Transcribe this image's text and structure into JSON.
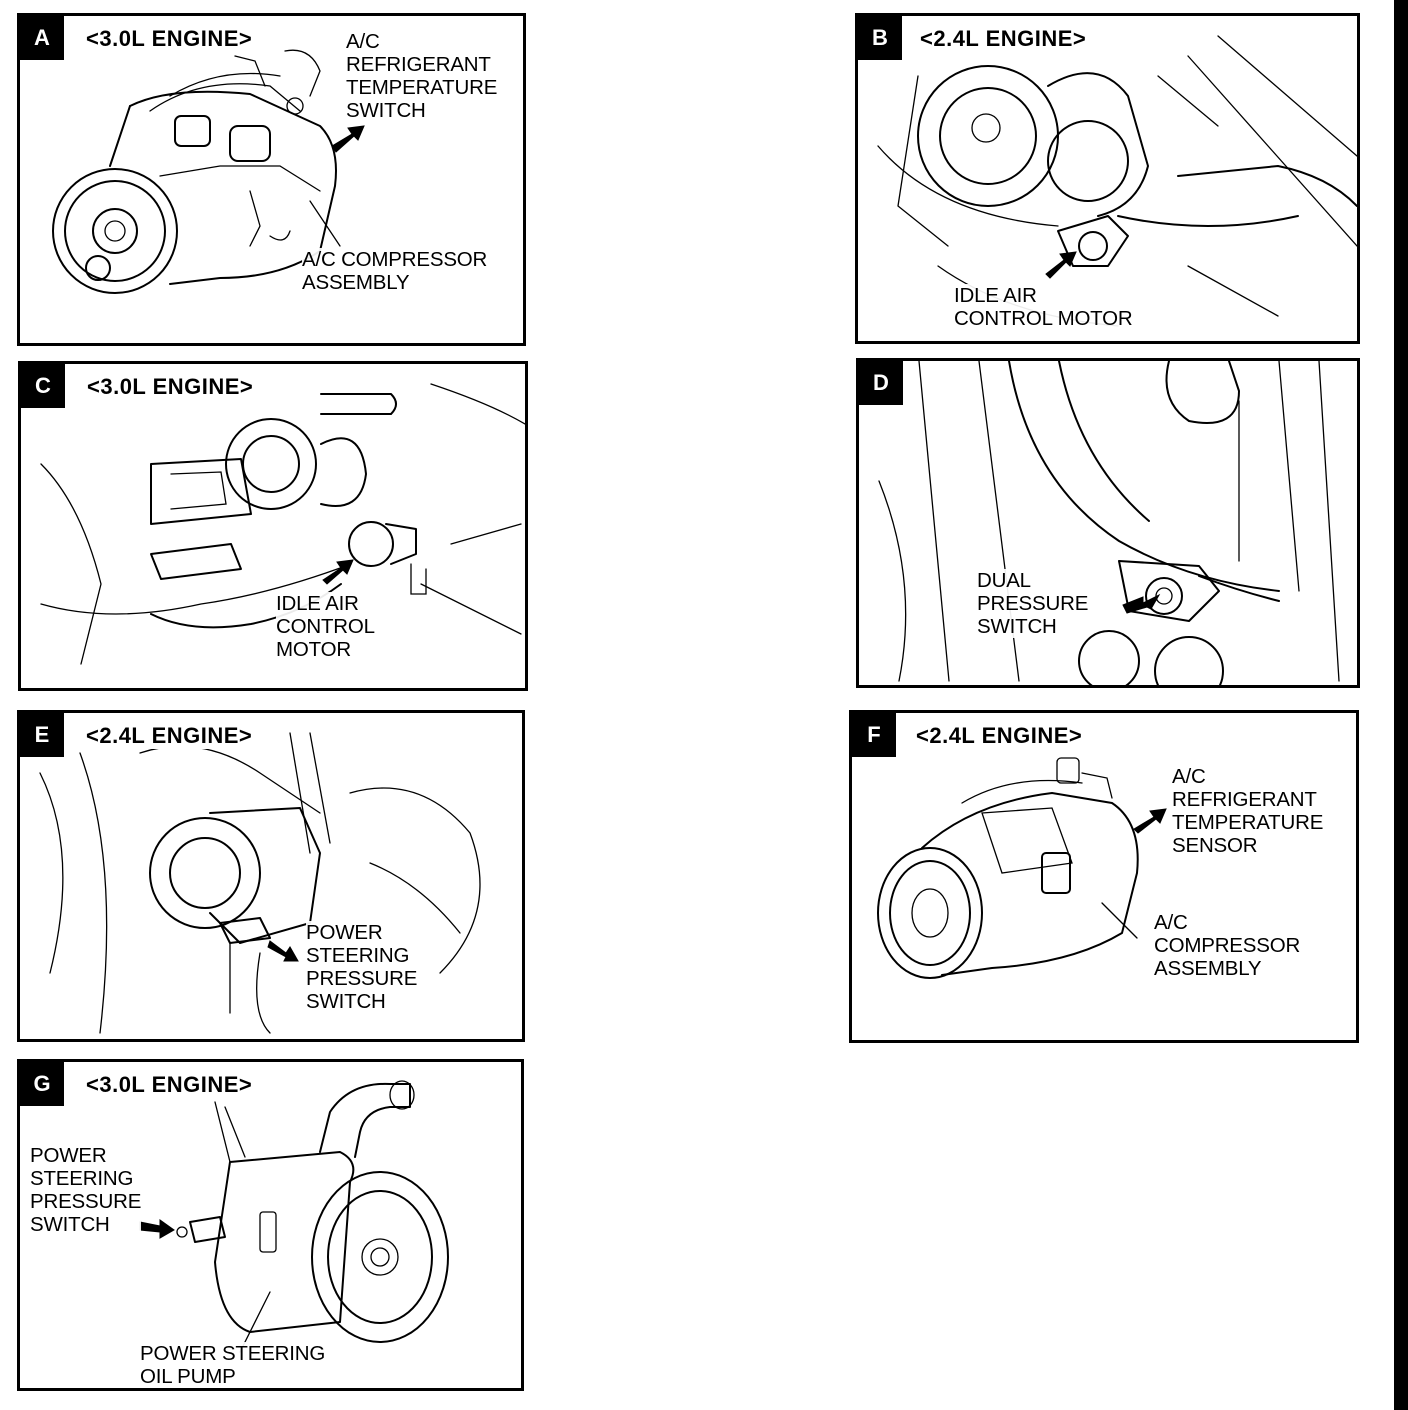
{
  "panels": {
    "a": {
      "letter": "A",
      "engine": "<3.0L ENGINE>",
      "callouts": [
        "A/C\nREFRIGERANT\nTEMPERATURE\nSWITCH",
        "A/C COMPRESSOR\nASSEMBLY"
      ]
    },
    "b": {
      "letter": "B",
      "engine": "<2.4L ENGINE>",
      "callouts": [
        "IDLE AIR\nCONTROL MOTOR"
      ]
    },
    "c": {
      "letter": "C",
      "engine": "<3.0L ENGINE>",
      "callouts": [
        "IDLE AIR\nCONTROL\nMOTOR"
      ]
    },
    "d": {
      "letter": "D",
      "engine": "",
      "callouts": [
        "DUAL\nPRESSURE\nSWITCH"
      ]
    },
    "e": {
      "letter": "E",
      "engine": "<2.4L ENGINE>",
      "callouts": [
        "POWER\nSTEERING\nPRESSURE\nSWITCH"
      ]
    },
    "f": {
      "letter": "F",
      "engine": "<2.4L ENGINE>",
      "callouts": [
        "A/C\nREFRIGERANT\nTEMPERATURE\nSENSOR",
        "A/C\nCOMPRESSOR\nASSEMBLY"
      ]
    },
    "g": {
      "letter": "G",
      "engine": "<3.0L ENGINE>",
      "callouts": [
        "POWER\nSTEERING\nPRESSURE\nSWITCH",
        "POWER STEERING\nOIL PUMP"
      ]
    }
  },
  "icons": {
    "pointer": "arrow-icon"
  }
}
